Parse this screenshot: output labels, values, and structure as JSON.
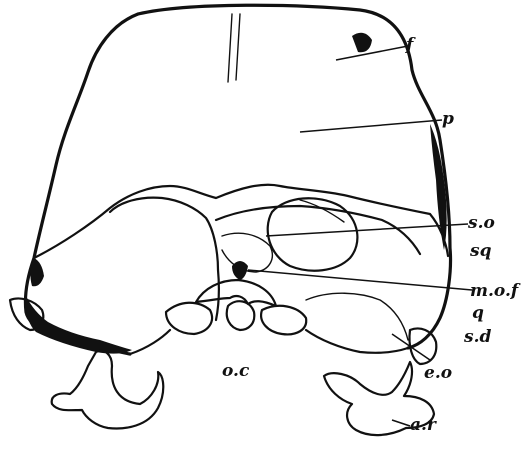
{
  "figure": {
    "labels": [
      {
        "id": "f",
        "text": "f"
      },
      {
        "id": "p",
        "text": "p"
      },
      {
        "id": "so",
        "text": "s.o"
      },
      {
        "id": "sq",
        "text": "sq"
      },
      {
        "id": "mof",
        "text": "m.o.f"
      },
      {
        "id": "q",
        "text": "q"
      },
      {
        "id": "sd",
        "text": "s.d"
      },
      {
        "id": "eo",
        "text": "e.o"
      },
      {
        "id": "oc",
        "text": "o.c"
      },
      {
        "id": "ar",
        "text": "a.r"
      }
    ]
  }
}
